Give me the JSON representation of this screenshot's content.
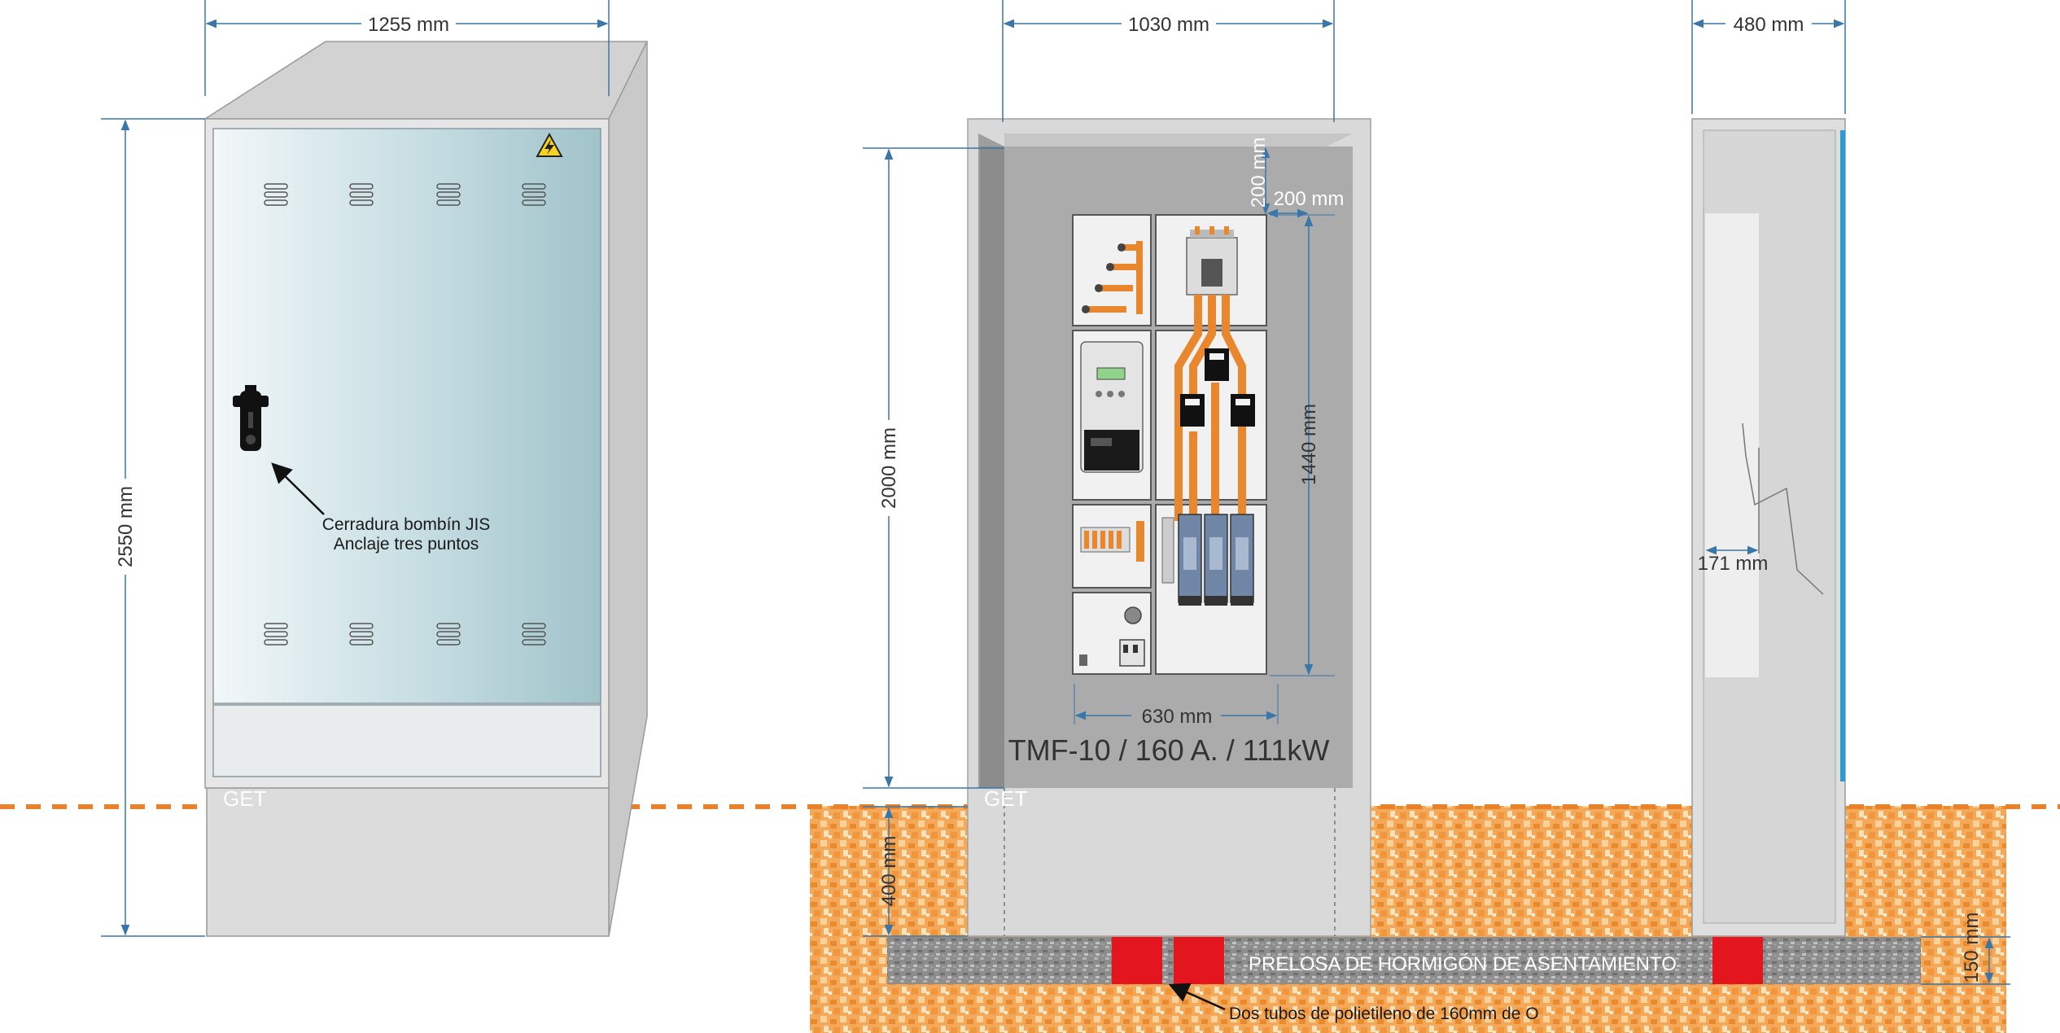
{
  "dims": {
    "left_width": "1255 mm",
    "left_height": "2550 mm",
    "front_width": "1030 mm",
    "front_inner_height": "2000 mm",
    "front_top_gap": "200 mm",
    "front_side_gap": "200 mm",
    "panel_height": "1440 mm",
    "panel_width": "630 mm",
    "buried_depth": "400 mm",
    "side_width": "480 mm",
    "side_depth": "171 mm",
    "slab_height": "150 mm"
  },
  "labels": {
    "lock_line1": "Cerradura bombín JIS",
    "lock_line2": "Anclaje tres puntos",
    "model": "TMF-10 / 160 A. / 111kW",
    "brand_left": "GET",
    "brand_front": "GET",
    "slab": "PRELOSA DE HORMIGÓN DE ASENTAMIENTO",
    "tubes": "Dos tubos de polietileno de 160mm de O"
  },
  "icons": {
    "warning": "high-voltage-warning-icon",
    "lock": "lock-cylinder-icon"
  },
  "colors": {
    "ground_line": "#e8822a",
    "soil": "#f2a654",
    "slab": "#8a8a8a",
    "tube": "#e3161f",
    "busbar": "#e8872e",
    "door": "#a9c9cf",
    "side_strip": "#2a9bd6"
  }
}
